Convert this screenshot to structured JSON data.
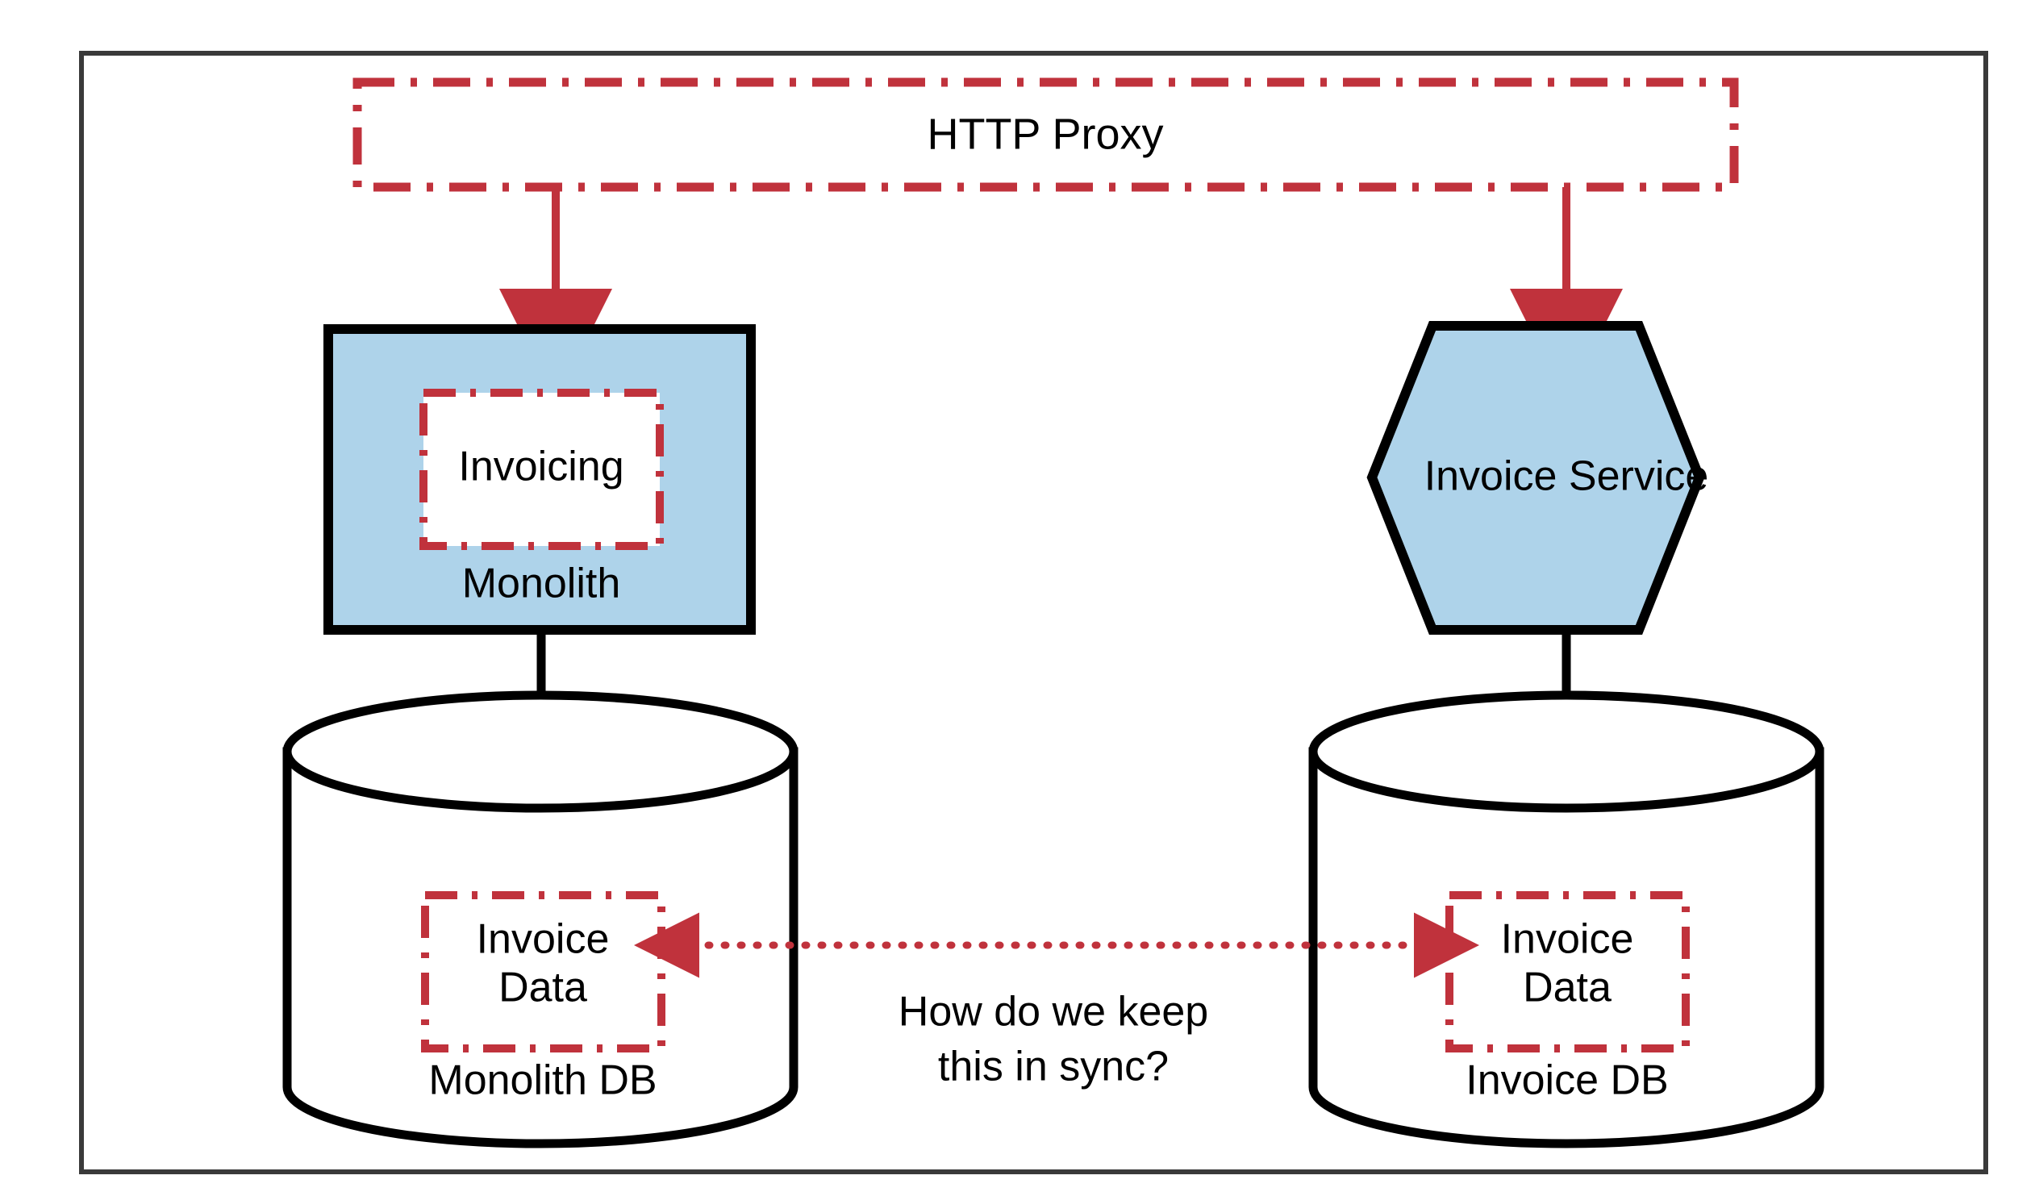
{
  "diagram": {
    "title": "Monolith and Invoice Service data synchronization",
    "colors": {
      "accent_red": "#c0323c",
      "node_blue": "#aed3ea",
      "stroke_black": "#000000",
      "frame_gray": "#3a3a3a",
      "background": "#ffffff"
    },
    "frame": {
      "border_color": "#3a3a3a"
    },
    "nodes": {
      "http_proxy": {
        "label": "HTTP Proxy",
        "shape": "dash-dot-rectangle",
        "border_color": "#c0323c",
        "fill": "none"
      },
      "monolith": {
        "label": "Monolith",
        "shape": "rectangle",
        "fill": "#aed3ea",
        "border_color": "#000000"
      },
      "invoicing_module": {
        "label": "Invoicing",
        "shape": "dash-dot-rectangle",
        "fill": "#ffffff",
        "border_color": "#c0323c"
      },
      "invoice_service": {
        "label": "Invoice Service",
        "shape": "hexagon",
        "fill": "#aed3ea",
        "border_color": "#000000"
      },
      "monolith_db": {
        "label": "Monolith DB",
        "shape": "cylinder",
        "fill": "#ffffff",
        "border_color": "#000000"
      },
      "monolith_db_invoice_data": {
        "label_line1": "Invoice",
        "label_line2": "Data",
        "shape": "dash-dot-rectangle",
        "border_color": "#c0323c"
      },
      "invoice_db": {
        "label": "Invoice DB",
        "shape": "cylinder",
        "fill": "#ffffff",
        "border_color": "#000000"
      },
      "invoice_db_invoice_data": {
        "label_line1": "Invoice",
        "label_line2": "Data",
        "shape": "dash-dot-rectangle",
        "border_color": "#c0323c"
      }
    },
    "edges": {
      "proxy_to_monolith": {
        "style": "solid",
        "color": "#c0323c",
        "arrow": "end"
      },
      "proxy_to_invoice_service": {
        "style": "solid",
        "color": "#c0323c",
        "arrow": "end"
      },
      "monolith_to_monolith_db": {
        "style": "solid",
        "color": "#000000",
        "arrow": "end"
      },
      "invoice_service_to_invoice_db": {
        "style": "solid",
        "color": "#000000",
        "arrow": "end"
      },
      "sync_link": {
        "style": "dotted",
        "color": "#c0323c",
        "arrow": "both",
        "label_line1": "How do we keep",
        "label_line2": "this in sync?"
      }
    }
  }
}
